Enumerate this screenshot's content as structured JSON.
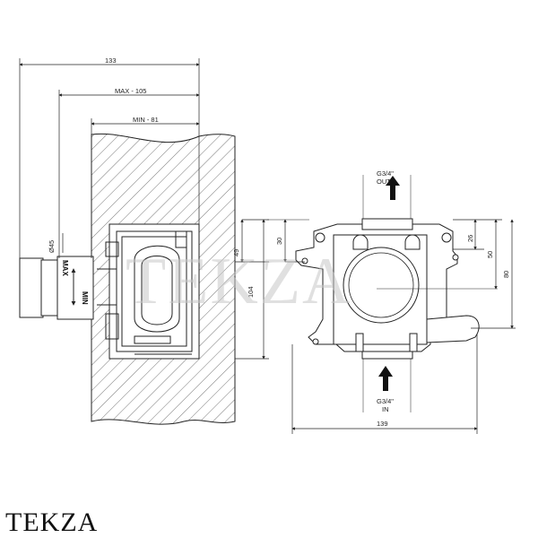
{
  "side_view": {
    "dim_total": "133",
    "dim_max": "MAX - 105",
    "dim_min": "MIN - 81",
    "dim_diameter": "Ø45",
    "dim_height": "104",
    "dim_offset": "49",
    "label_max": "MAX",
    "label_min": "MIN"
  },
  "front_view": {
    "outlet_label": "G3/4\"",
    "outlet_sub": "OUT",
    "inlet_label": "G3/4\"",
    "inlet_sub": "IN",
    "dim_left_30": "30",
    "dim_right_26": "26",
    "dim_right_50": "50",
    "dim_right_80": "80",
    "dim_width": "139"
  },
  "watermark": "TEKZA",
  "brand": "TEKZA",
  "colors": {
    "line": "#222222",
    "hatch": "#555555",
    "watermark": "#c8c8c8"
  }
}
